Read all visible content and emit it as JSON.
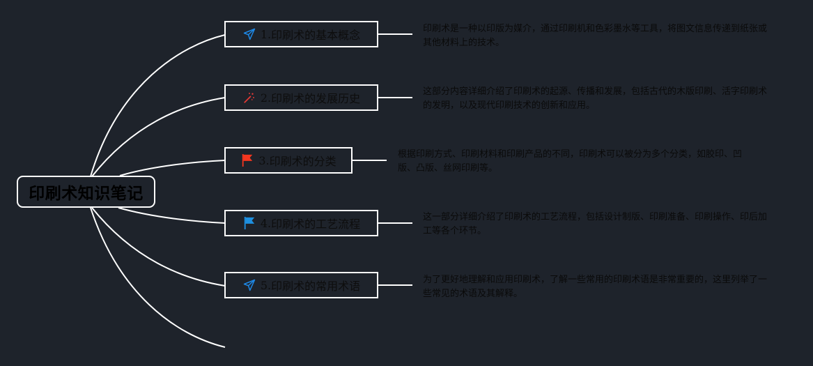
{
  "root": {
    "label": "印刷术知识笔记"
  },
  "topics": [
    {
      "number": "1. ",
      "label": "印刷术的基本概念",
      "icon": "paper-plane-icon",
      "icon_color": "#1e88e5",
      "note": "印刷术是一种以印版为媒介，通过印刷机和色彩墨水等工具，将图文信息传递到纸张或其他材料上的技术。"
    },
    {
      "number": "2. ",
      "label": "印刷术的发展历史",
      "icon": "magic-wand-icon",
      "icon_color": "#e53935",
      "note": "这部分内容详细介绍了印刷术的起源、传播和发展，包括古代的木版印刷、活字印刷术的发明，以及现代印刷技术的创新和应用。"
    },
    {
      "number": "3. ",
      "label": "印刷术的分类",
      "icon": "red-flag-icon",
      "icon_color": "#f4361f",
      "note": "根据印刷方式、印刷材料和印刷产品的不同，印刷术可以被分为多个分类，如胶印、凹版、凸版、丝网印刷等。"
    },
    {
      "number": "4. ",
      "label": "印刷术的工艺流程",
      "icon": "blue-flag-icon",
      "icon_color": "#1e90e0",
      "note": "这一部分详细介绍了印刷术的工艺流程，包括设计制版、印刷准备、印刷操作、印后加工等各个环节。"
    },
    {
      "number": "5. ",
      "label": "印刷术的常用术语",
      "icon": "paper-plane-icon",
      "icon_color": "#1e88e5",
      "note": "为了更好地理解和应用印刷术，了解一些常用的印刷术语是非常重要的，这里列举了一些常见的术语及其解释。"
    }
  ],
  "colors": {
    "background": "#1e232b",
    "line": "#ffffff",
    "text": "#0d0d0d"
  }
}
